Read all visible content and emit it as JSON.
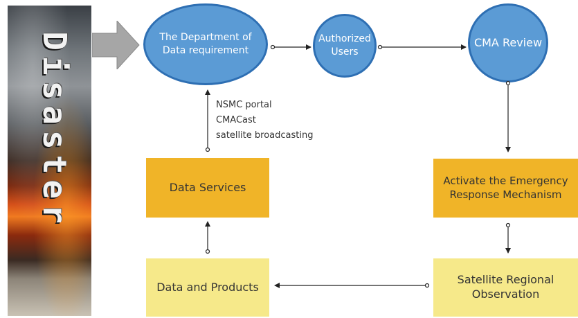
{
  "banner": {
    "text": "Disaster"
  },
  "nodes": {
    "dept": "The Department of Data requirement",
    "users": "Authorized Users",
    "review": "CMA Review",
    "services": "Data Services",
    "activate": "Activate the Emergency Response Mechanism",
    "products": "Data and Products",
    "observation": "Satellite Regional Observation"
  },
  "edge_label": {
    "line1": "NSMC portal",
    "line2": "CMACast",
    "line3": "satellite broadcasting"
  },
  "colors": {
    "circle_fill": "#5b9bd5",
    "circle_border": "#2e6fb3",
    "box_dark": "#f0b428",
    "box_light": "#f6e98a",
    "big_arrow": "#a6a6a6"
  }
}
